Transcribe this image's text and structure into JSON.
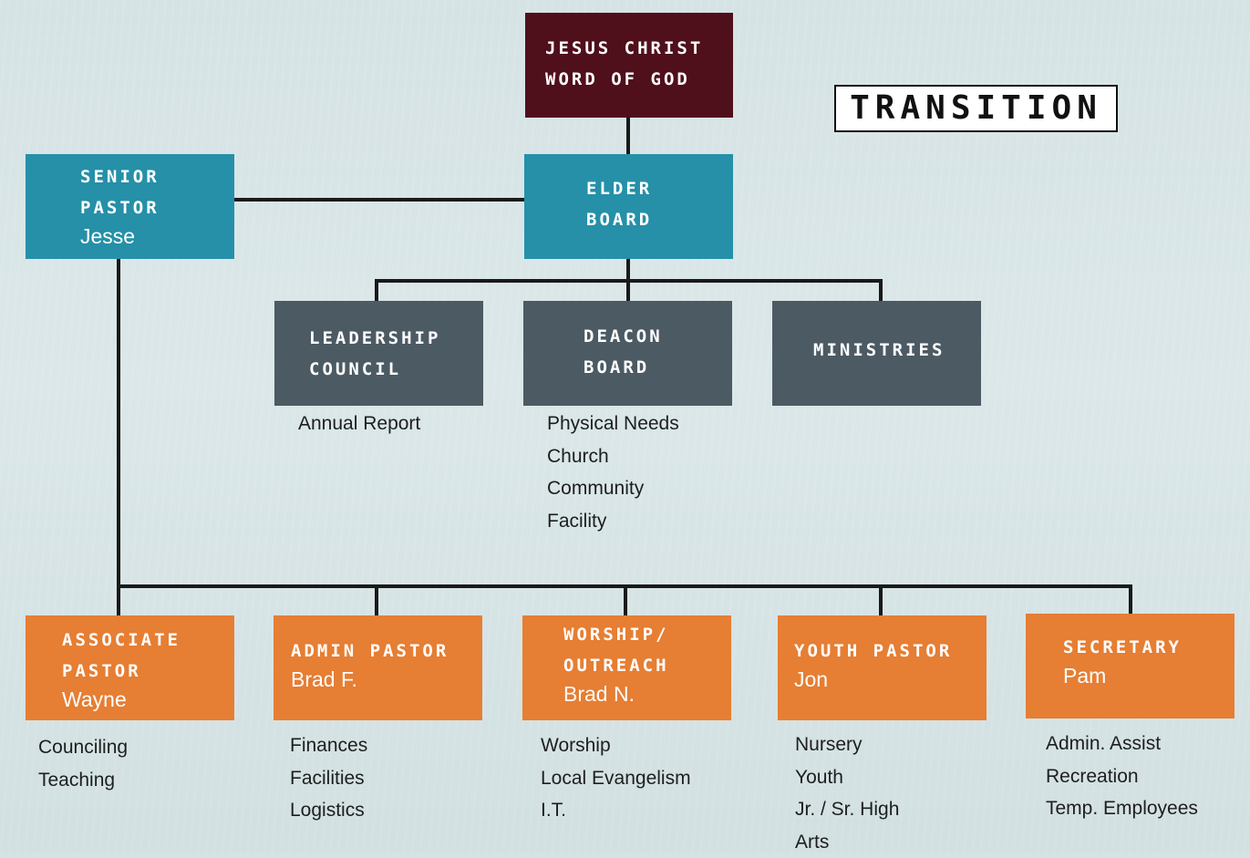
{
  "top": {
    "line1": "JESUS CHRIST",
    "line2": "WORD OF GOD"
  },
  "transition_label": "TRANSITION",
  "senior_pastor": {
    "line1": "SENIOR",
    "line2": "PASTOR",
    "person": "Jesse"
  },
  "elder_board": {
    "line1": "ELDER",
    "line2": "BOARD"
  },
  "leadership_council": {
    "line1": "LEADERSHIP",
    "line2": "COUNCIL",
    "items": [
      "Annual Report"
    ]
  },
  "deacon_board": {
    "line1": "DEACON",
    "line2": "BOARD",
    "items": [
      "Physical Needs",
      "Church",
      "Community",
      "Facility"
    ]
  },
  "ministries": {
    "label": "MINISTRIES"
  },
  "staff": [
    {
      "line1": "ASSOCIATE",
      "line2": "PASTOR",
      "person": "Wayne",
      "items": [
        "Counciling",
        "Teaching"
      ]
    },
    {
      "line1": "ADMIN PASTOR",
      "line2": "",
      "person": "Brad F.",
      "items": [
        "Finances",
        "Facilities",
        "Logistics"
      ]
    },
    {
      "line1": "WORSHIP/",
      "line2": "OUTREACH",
      "person": "Brad N.",
      "items": [
        "Worship",
        "Local Evangelism",
        "I.T."
      ]
    },
    {
      "line1": "YOUTH PASTOR",
      "line2": "",
      "person": "Jon",
      "items": [
        "Nursery",
        "Youth",
        "Jr. / Sr. High",
        "Arts"
      ]
    },
    {
      "line1": "SECRETARY",
      "line2": "",
      "person": "Pam",
      "items": [
        "Admin. Assist",
        "Recreation",
        "Temp. Employees"
      ]
    }
  ],
  "colors": {
    "maroon": "#4f0f1b",
    "teal": "#2590a8",
    "slate": "#4c5a63",
    "orange": "#e67e33"
  }
}
